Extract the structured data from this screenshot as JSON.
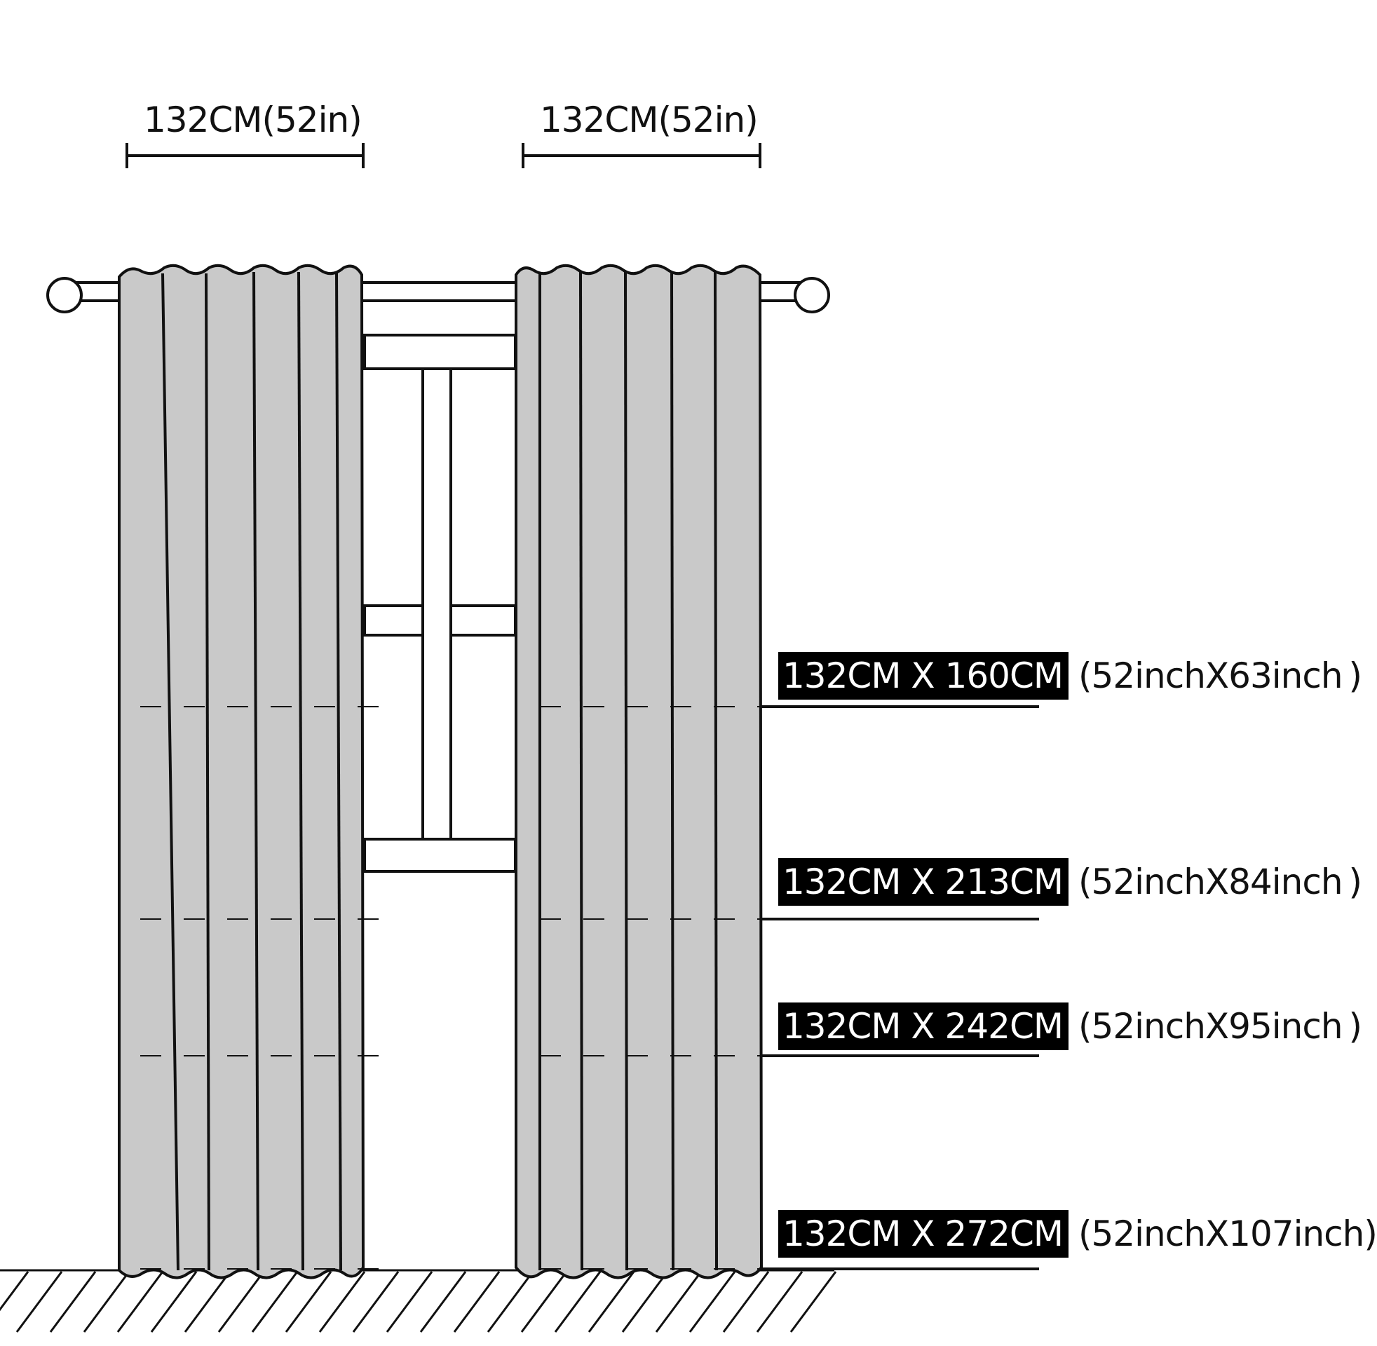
{
  "width_labels": {
    "left_panel": "132CM(52in)",
    "right_panel": "132CM(52in)"
  },
  "size_options": [
    {
      "cm": "132CM X 160CM",
      "inch": "(52inchX63inch )"
    },
    {
      "cm": "132CM X 213CM",
      "inch": "(52inchX84inch )"
    },
    {
      "cm": "132CM X 242CM",
      "inch": "(52inchX95inch )"
    },
    {
      "cm": "132CM X 272CM",
      "inch": "(52inchX107inch)"
    }
  ],
  "colors": {
    "curtain_fill": "#c9c9c9",
    "outline": "#111111",
    "label_background": "#000000",
    "label_text": "#ffffff",
    "background": "#ffffff"
  }
}
